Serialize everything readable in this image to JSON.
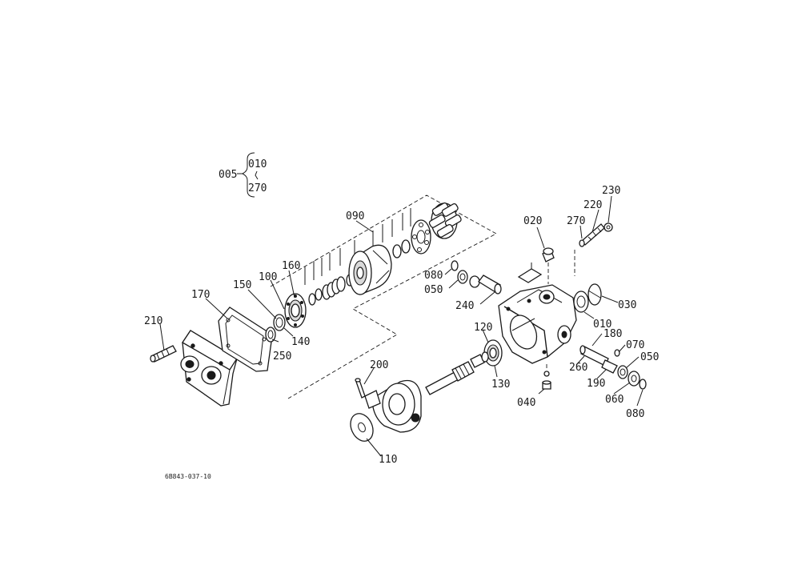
{
  "diagram": {
    "drawing_number": "6B843-037-10",
    "assembly": {
      "label": "005",
      "range_start": "010",
      "range_end": "270"
    },
    "callouts": {
      "c010a": "010",
      "c010b": "010",
      "c020": "020",
      "c030": "030",
      "c040": "040",
      "c050a": "050",
      "c050b": "050",
      "c060": "060",
      "c070": "070",
      "c080a": "080",
      "c080b": "080",
      "c090": "090",
      "c100": "100",
      "c110": "110",
      "c120": "120",
      "c130": "130",
      "c140": "140",
      "c150": "150",
      "c160": "160",
      "c170": "170",
      "c180": "180",
      "c190": "190",
      "c200": "200",
      "c210": "210",
      "c220": "220",
      "c230": "230",
      "c240": "240",
      "c250": "250",
      "c260": "260",
      "c270": "270"
    }
  }
}
